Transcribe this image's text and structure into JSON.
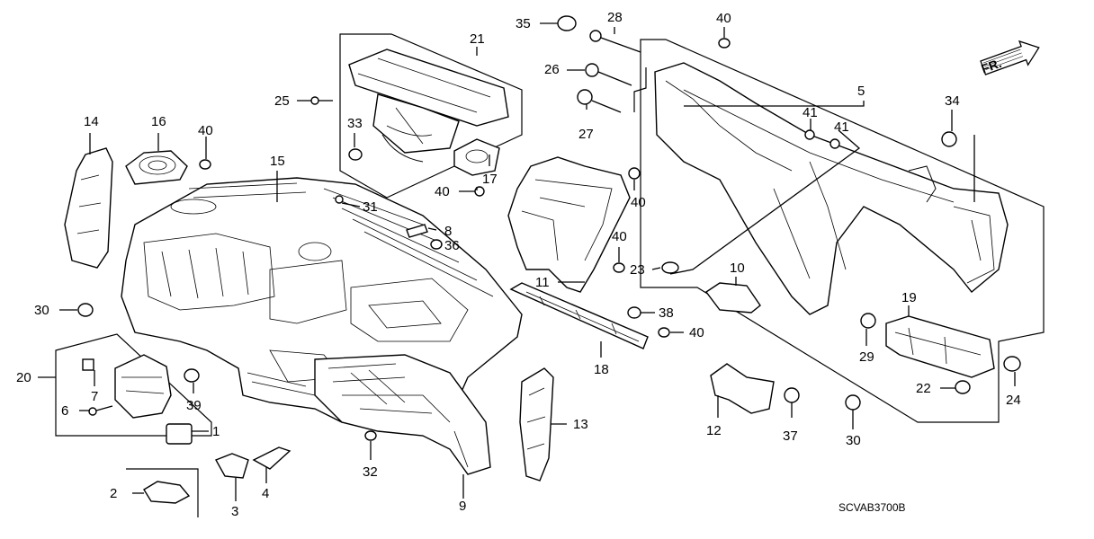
{
  "diagram": {
    "code": "SCVAB3700B",
    "direction_badge": "FR.",
    "callouts": [
      {
        "id": "1",
        "text": "1"
      },
      {
        "id": "2",
        "text": "2"
      },
      {
        "id": "3",
        "text": "3"
      },
      {
        "id": "4",
        "text": "4"
      },
      {
        "id": "5",
        "text": "5"
      },
      {
        "id": "6",
        "text": "6"
      },
      {
        "id": "7",
        "text": "7"
      },
      {
        "id": "8",
        "text": "8"
      },
      {
        "id": "9",
        "text": "9"
      },
      {
        "id": "10",
        "text": "10"
      },
      {
        "id": "11",
        "text": "11"
      },
      {
        "id": "12",
        "text": "12"
      },
      {
        "id": "13",
        "text": "13"
      },
      {
        "id": "14",
        "text": "14"
      },
      {
        "id": "15",
        "text": "15"
      },
      {
        "id": "16",
        "text": "16"
      },
      {
        "id": "17",
        "text": "17"
      },
      {
        "id": "18",
        "text": "18"
      },
      {
        "id": "19",
        "text": "19"
      },
      {
        "id": "20",
        "text": "20"
      },
      {
        "id": "21",
        "text": "21"
      },
      {
        "id": "22",
        "text": "22"
      },
      {
        "id": "23",
        "text": "23"
      },
      {
        "id": "24",
        "text": "24"
      },
      {
        "id": "25",
        "text": "25"
      },
      {
        "id": "26",
        "text": "26"
      },
      {
        "id": "27",
        "text": "27"
      },
      {
        "id": "28",
        "text": "28"
      },
      {
        "id": "29",
        "text": "29"
      },
      {
        "id": "30a",
        "text": "30"
      },
      {
        "id": "30b",
        "text": "30"
      },
      {
        "id": "31",
        "text": "31"
      },
      {
        "id": "32",
        "text": "32"
      },
      {
        "id": "33",
        "text": "33"
      },
      {
        "id": "34",
        "text": "34"
      },
      {
        "id": "35",
        "text": "35"
      },
      {
        "id": "36",
        "text": "36"
      },
      {
        "id": "37",
        "text": "37"
      },
      {
        "id": "38",
        "text": "38"
      },
      {
        "id": "39",
        "text": "39"
      },
      {
        "id": "40a",
        "text": "40"
      },
      {
        "id": "40b",
        "text": "40"
      },
      {
        "id": "40c",
        "text": "40"
      },
      {
        "id": "40d",
        "text": "40"
      },
      {
        "id": "40e",
        "text": "40"
      },
      {
        "id": "40f",
        "text": "40"
      },
      {
        "id": "41a",
        "text": "41"
      },
      {
        "id": "41b",
        "text": "41"
      }
    ]
  }
}
